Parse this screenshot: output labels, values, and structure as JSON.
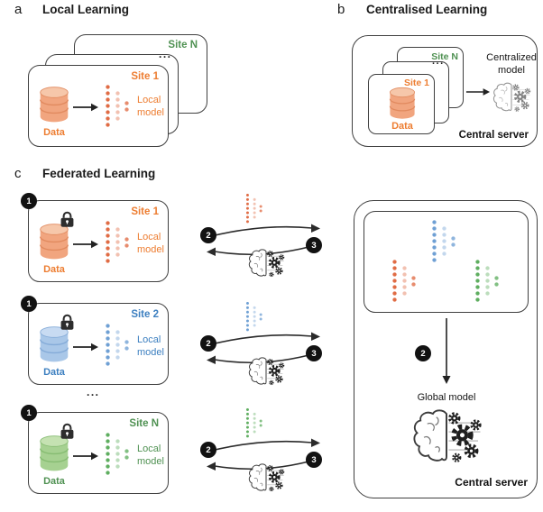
{
  "panel_a": {
    "label": "a",
    "title": "Local Learning",
    "back_site": "Site N",
    "ellipsis": "...",
    "front": {
      "site": "Site 1",
      "data": "Data",
      "model": "Local\nmodel"
    }
  },
  "panel_b": {
    "label": "b",
    "title": "Centralised Learning",
    "back_site": "Site N",
    "ellipsis": "...",
    "front": {
      "site": "Site 1",
      "data": "Data"
    },
    "model": "Centralized\nmodel",
    "server": "Central server"
  },
  "panel_c": {
    "label": "c",
    "title": "Federated Learning",
    "ellipsis": "...",
    "sites": [
      {
        "site": "Site 1",
        "data": "Data",
        "model": "Local\nmodel",
        "badge_local": "1",
        "badge_send": "2",
        "badge_receive": "3"
      },
      {
        "site": "Site 2",
        "data": "Data",
        "model": "Local\nmodel",
        "badge_local": "1",
        "badge_send": "2",
        "badge_receive": "3"
      },
      {
        "site": "Site N",
        "data": "Data",
        "model": "Local\nmodel",
        "badge_local": "1",
        "badge_send": "2",
        "badge_receive": "3"
      }
    ],
    "server": {
      "badge": "2",
      "global_model": "Global model",
      "label": "Central server"
    }
  },
  "colors": {
    "border": "#3f3f3f",
    "badge_bg": "#121212",
    "badge_text": "#ffffff",
    "orange": {
      "accent": "#ED7D31",
      "dot": "#E06C45",
      "cylBody": "#F1A57F",
      "cylTop": "#F6C7AA",
      "cylBand": "#E18A5F"
    },
    "blue": {
      "accent": "#3C7FC0",
      "dot": "#6FA0D4",
      "cylBody": "#A9C7E8",
      "cylTop": "#C8DBF2",
      "cylBand": "#84ABD8"
    },
    "green": {
      "accent": "#4F9152",
      "dot": "#5FAE60",
      "cylBody": "#A6D191",
      "cylTop": "#C5E2B2",
      "cylBand": "#86BC72"
    }
  }
}
